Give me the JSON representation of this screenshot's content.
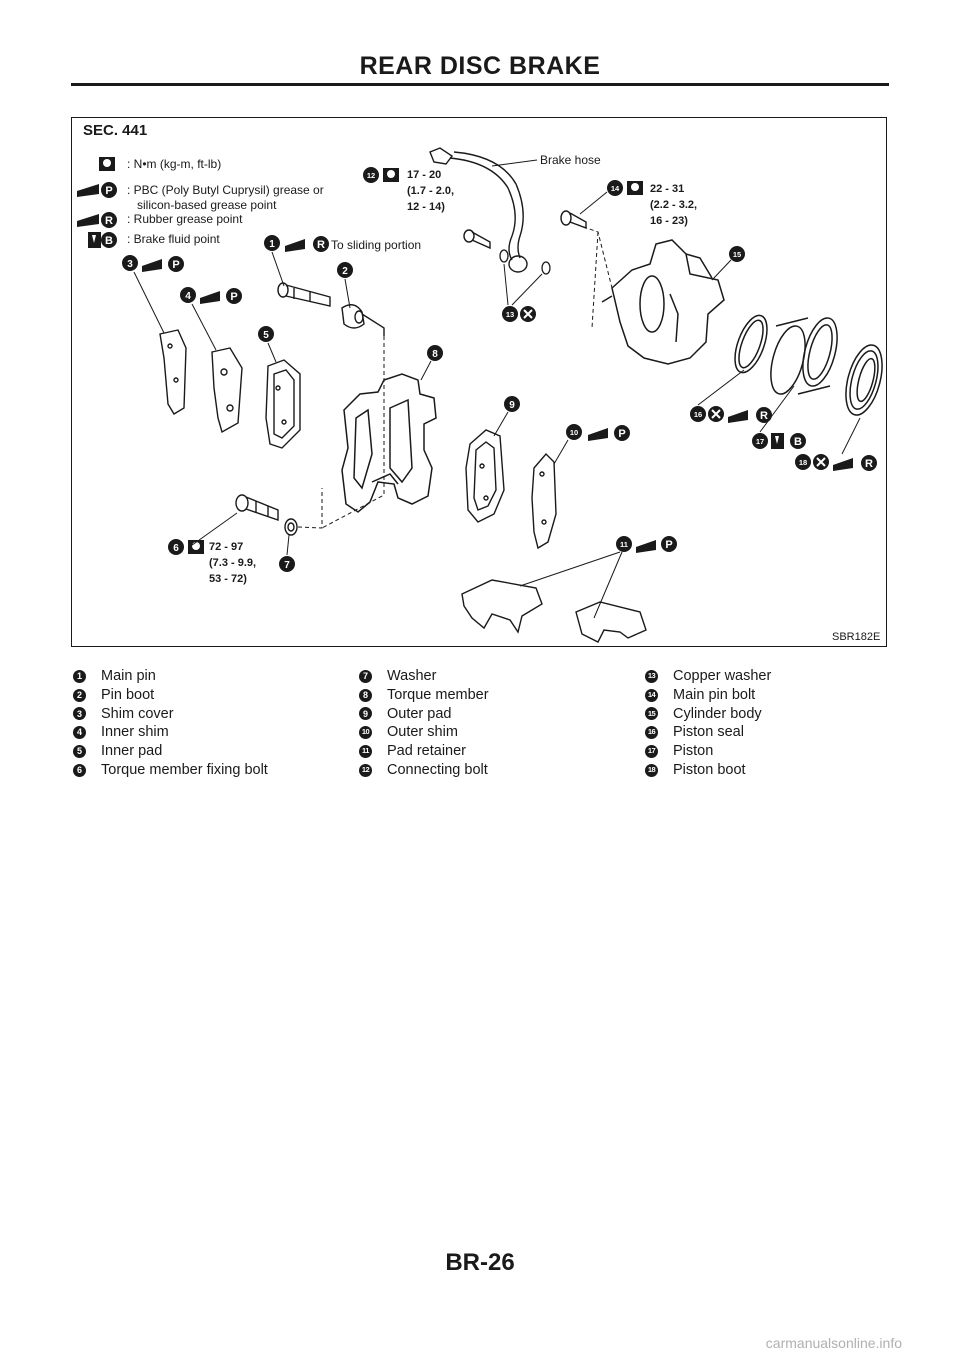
{
  "page": {
    "header": "REAR DISC BRAKE",
    "footer": "BR-26",
    "watermark": "carmanualsonline.info"
  },
  "figure": {
    "section": "SEC. 441",
    "figure_code": "SBR182E",
    "legend": {
      "torque": ": N•m (kg-m, ft-lb)",
      "pbc_line1": ": PBC (Poly Butyl Cuprysil) grease or",
      "pbc_line2": "silicon-based grease point",
      "rubber": ": Rubber grease point",
      "brake_fluid": ": Brake fluid point"
    },
    "labels": {
      "brake_hose": "Brake hose",
      "sliding": "To sliding portion",
      "torque_12": [
        "17 - 20",
        "(1.7 - 2.0,",
        "12 - 14)"
      ],
      "torque_14": [
        "22 - 31",
        "(2.2 - 3.2,",
        "16 - 23)"
      ],
      "torque_6": [
        "72 - 97",
        "(7.3 - 9.9,",
        "53 - 72)"
      ],
      "letter_p": "P",
      "letter_r": "R",
      "letter_b": "B"
    },
    "callouts": [
      "1",
      "2",
      "3",
      "4",
      "5",
      "6",
      "7",
      "8",
      "9",
      "10",
      "11",
      "12",
      "13",
      "14",
      "15",
      "16",
      "17",
      "18"
    ]
  },
  "parts": [
    {
      "no": "1",
      "name": "Main pin"
    },
    {
      "no": "7",
      "name": "Washer"
    },
    {
      "no": "13",
      "name": "Copper washer"
    },
    {
      "no": "2",
      "name": "Pin boot"
    },
    {
      "no": "8",
      "name": "Torque member"
    },
    {
      "no": "14",
      "name": "Main pin bolt"
    },
    {
      "no": "3",
      "name": "Shim cover"
    },
    {
      "no": "9",
      "name": "Outer pad"
    },
    {
      "no": "15",
      "name": "Cylinder body"
    },
    {
      "no": "4",
      "name": "Inner shim"
    },
    {
      "no": "10",
      "name": "Outer shim"
    },
    {
      "no": "16",
      "name": "Piston seal"
    },
    {
      "no": "5",
      "name": "Inner pad"
    },
    {
      "no": "11",
      "name": "Pad retainer"
    },
    {
      "no": "17",
      "name": "Piston"
    },
    {
      "no": "6",
      "name": "Torque member fixing bolt"
    },
    {
      "no": "12",
      "name": "Connecting bolt"
    },
    {
      "no": "18",
      "name": "Piston boot"
    }
  ]
}
